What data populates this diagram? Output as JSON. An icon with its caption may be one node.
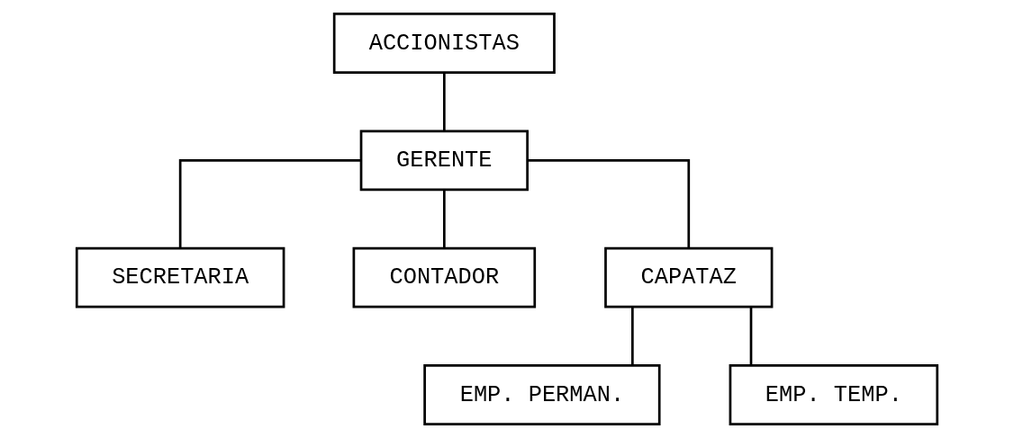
{
  "diagram": {
    "nodes": [
      {
        "text": [
          "ACCIONISTAS"
        ]
      },
      {
        "text": [
          "GERENTE"
        ]
      },
      {
        "text": [
          "SECRETARIA"
        ]
      },
      {
        "text": [
          "CONTADOR"
        ]
      },
      {
        "text": [
          "CAPATAZ"
        ]
      },
      {
        "text": [
          "EMP. PERMAN."
        ]
      },
      {
        "text": [
          "EMP. TEMP."
        ]
      }
    ],
    "edges": [
      {
        "from": 0,
        "to": 1,
        "arrow": "none"
      },
      {
        "from": 1,
        "to": 2,
        "arrow": "none"
      },
      {
        "from": 1,
        "to": 3,
        "arrow": "none"
      },
      {
        "from": 1,
        "to": 4,
        "arrow": "none"
      },
      {
        "from": 4,
        "to": 5,
        "arrow": "none"
      },
      {
        "from": 4,
        "to": 6,
        "arrow": "none"
      }
    ]
  }
}
